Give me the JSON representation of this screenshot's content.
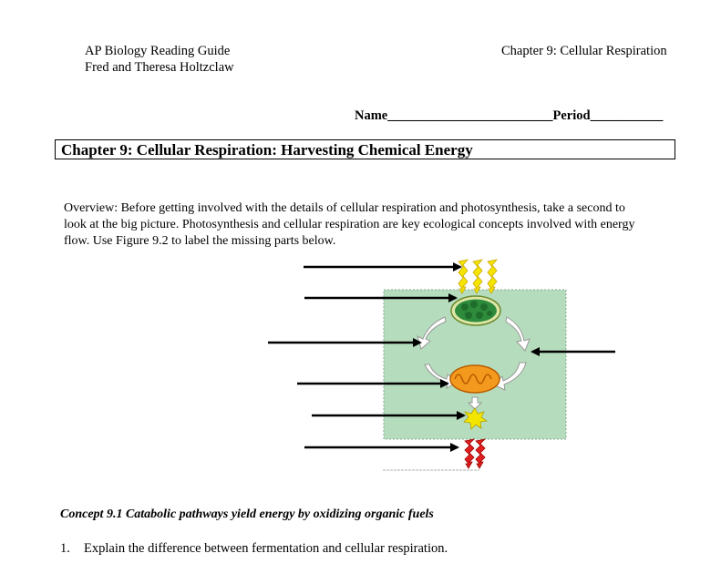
{
  "header": {
    "left_line1": "AP Biology Reading Guide",
    "left_line2": "Fred and Theresa Holtzclaw",
    "right": "Chapter 9: Cellular Respiration"
  },
  "name_field": {
    "name_label": "Name",
    "name_blank": "_________________________",
    "period_label": "Period",
    "period_blank": "___________"
  },
  "chapter_title": "Chapter 9: Cellular Respiration: Harvesting Chemical Energy",
  "overview": "Overview: Before getting involved with the details of cellular respiration and photosynthesis, take a second to look at the big picture. Photosynthesis and cellular respiration are key ecological concepts involved with energy flow. Use Figure 9.2 to label the missing parts below.",
  "figure": {
    "colors": {
      "ecosystem_bg": "#b5dcbc",
      "chloroplast": "#2e8b3c",
      "mitochondrion": "#f39a1e",
      "light_energy": "#f5e400",
      "heat_energy": "#e21f1f",
      "atp_star": "#f2e600"
    },
    "icons": [
      "light-energy-icon",
      "chloroplast-icon",
      "mitochondrion-icon",
      "atp-icon",
      "heat-energy-icon"
    ]
  },
  "concept": "Concept 9.1 Catabolic pathways yield energy by oxidizing organic fuels",
  "question": {
    "number": "1.",
    "text": "Explain the difference between fermentation and cellular respiration."
  }
}
